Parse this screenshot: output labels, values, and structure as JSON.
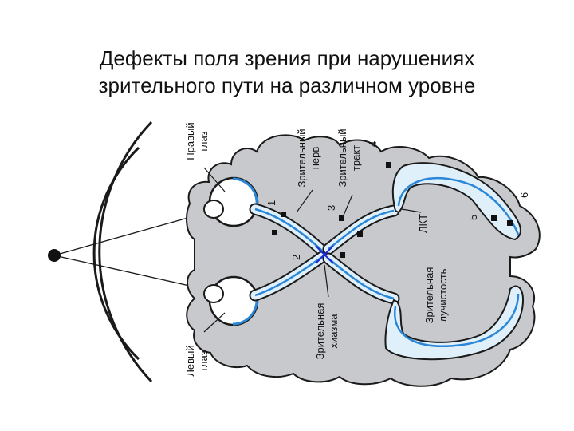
{
  "title": {
    "line1": "Дефекты поля зрения при нарушениях",
    "line2": "зрительного пути на различном уровне"
  },
  "labels": {
    "right_eye_1": "Правый",
    "right_eye_2": "глаз",
    "left_eye_1": "Левый",
    "left_eye_2": "глаз",
    "optic_nerve_1": "Зрительный",
    "optic_nerve_2": "нерв",
    "optic_tract_1": "Зрительный",
    "optic_tract_2": "тракт",
    "chiasm_1": "Зрительная",
    "chiasm_2": "хиазма",
    "lgn": "ЛКТ",
    "radiation_1": "Зрительная",
    "radiation_2": "лучистость"
  },
  "lesion_sites": [
    "1",
    "2",
    "3",
    "4",
    "5",
    "6"
  ],
  "colors": {
    "brain_fill": "#c7c9cc",
    "outline": "#1a1a1a",
    "pathway": "#2a86d6",
    "pathway_light": "#dff0fb",
    "cross": "#1a2bd6",
    "marker": "#111111"
  }
}
